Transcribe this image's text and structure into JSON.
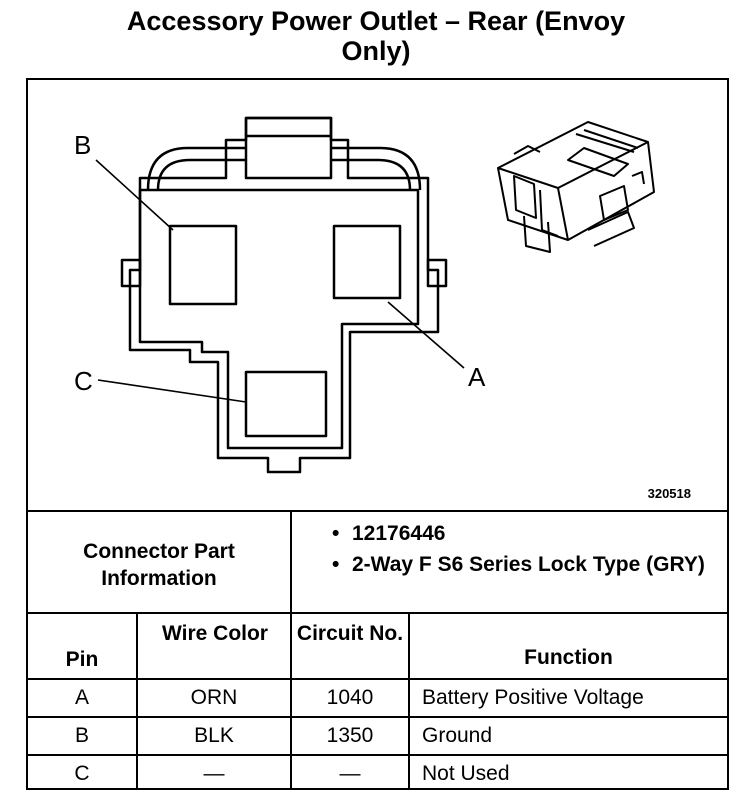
{
  "title_line1": "Accessory Power Outlet – Rear (Envoy",
  "title_line2": "Only)",
  "figure_number": "320518",
  "pin_callouts": [
    "A",
    "B",
    "C"
  ],
  "connector_info": {
    "label": "Connector Part Information",
    "items": [
      "12176446",
      "2-Way F S6 Series Lock Type (GRY)"
    ]
  },
  "table": {
    "headers": {
      "pin": "Pin",
      "wire_color": "Wire Color",
      "circuit": "Circuit No.",
      "function": "Function"
    },
    "rows": [
      {
        "pin": "A",
        "wire_color": "ORN",
        "circuit": "1040",
        "function": "Battery Positive Voltage"
      },
      {
        "pin": "B",
        "wire_color": "BLK",
        "circuit": "1350",
        "function": "Ground"
      },
      {
        "pin": "C",
        "wire_color": "—",
        "circuit": "—",
        "function": "Not Used"
      }
    ]
  }
}
